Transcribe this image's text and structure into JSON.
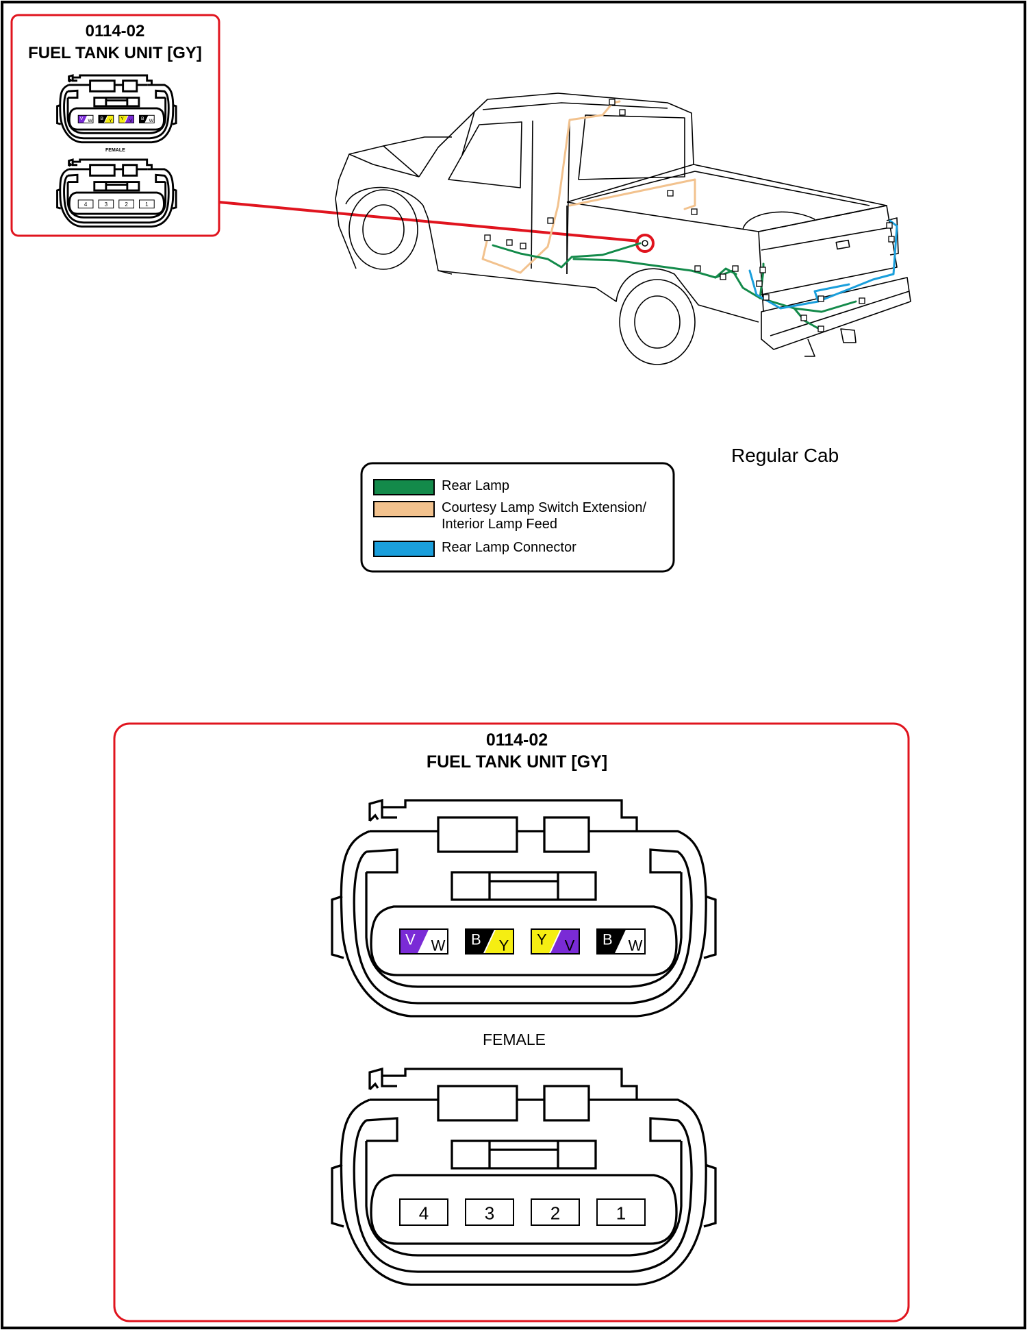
{
  "small_label": {
    "code": "0114-02",
    "name": "FUEL TANK UNIT [GY]",
    "female": "FEMALE"
  },
  "large_label": {
    "code": "0114-02",
    "name": "FUEL TANK UNIT [GY]",
    "female": "FEMALE"
  },
  "vehicle_caption": "Regular Cab",
  "legend": [
    {
      "label_lines": [
        "Rear Lamp"
      ],
      "color": "#138a4a"
    },
    {
      "label_lines": [
        "Courtesy Lamp Switch Extension/",
        "Interior Lamp Feed"
      ],
      "color": "#f2c28e"
    },
    {
      "label_lines": [
        "Rear Lamp  Connector"
      ],
      "color": "#1a9fdc"
    }
  ],
  "pins_color_view": [
    {
      "wire": "V/W",
      "left": "V",
      "right": "W",
      "left_color": "#7a2bd6",
      "right_color": "#ffffff"
    },
    {
      "wire": "B/Y",
      "left": "B",
      "right": "Y",
      "left_color": "#000000",
      "right_color": "#f5ee12"
    },
    {
      "wire": "Y/V",
      "left": "Y",
      "right": "V",
      "left_color": "#f5ee12",
      "right_color": "#7a2bd6"
    },
    {
      "wire": "B/W",
      "left": "B",
      "right": "W",
      "left_color": "#000000",
      "right_color": "#ffffff"
    }
  ],
  "pins_number_view": [
    "4",
    "3",
    "2",
    "1"
  ],
  "colors": {
    "callout": "#e0141e",
    "frame": "#000000"
  }
}
